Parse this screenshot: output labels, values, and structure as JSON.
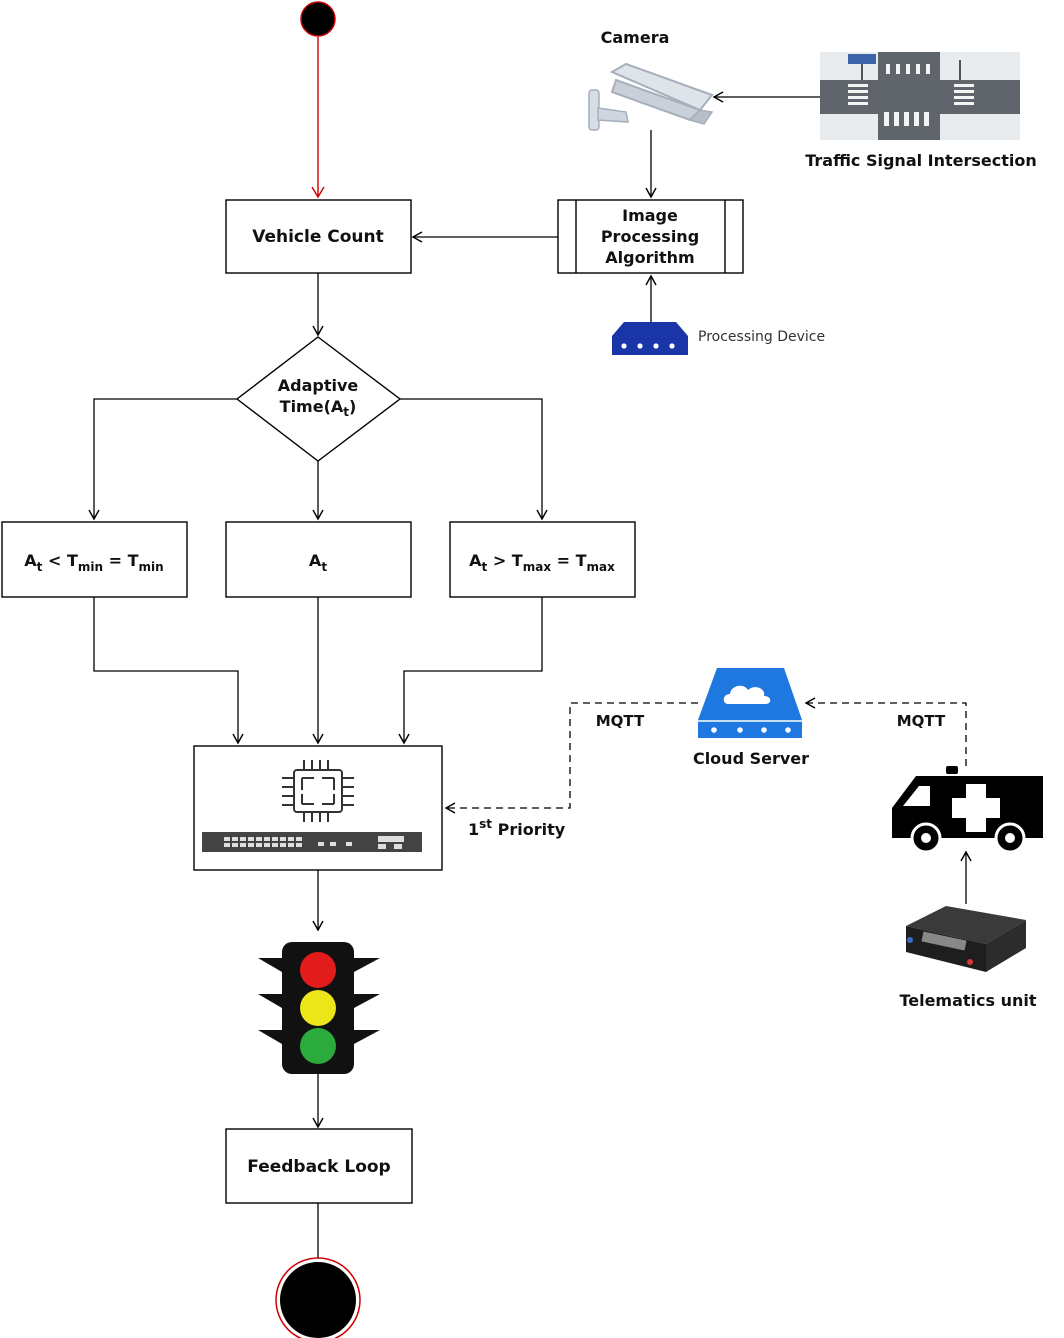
{
  "camera_label": "Camera",
  "intersection_label": "Traffic Signal Intersection",
  "vehicle_count_label": "Vehicle Count",
  "image_processing": {
    "line1": "Image",
    "line2": "Processing",
    "line3": "Algorithm"
  },
  "processing_device_label": "Processing Device",
  "decision": {
    "line1": "Adaptive",
    "line2_prefix": "Time(A",
    "line2_sub": "t",
    "line2_suffix": ")"
  },
  "left_case": {
    "a": "A",
    "a_sub": "t",
    "op": " < T",
    "t1_sub": "min",
    "eq": " = T",
    "t2_sub": "min"
  },
  "middle_case": {
    "a": "A",
    "a_sub": "t"
  },
  "right_case": {
    "a": "A",
    "a_sub": "t",
    "op": " > T",
    "t1_sub": "max",
    "eq": "  = T",
    "t2_sub": "max"
  },
  "mqtt_left": "MQTT",
  "mqtt_right": "MQTT",
  "cloud_server_label": "Cloud Server",
  "priority": {
    "num": "1",
    "sup": "st",
    "text": " Priority"
  },
  "telematics_label": "Telematics unit",
  "feedback_label": "Feedback Loop",
  "colors": {
    "red_light": "#e21b1b",
    "yellow_light": "#ebe51a",
    "green_light": "#2bab3c",
    "cloud_blue": "#1e78e0",
    "device_blue": "#1a35a8"
  }
}
